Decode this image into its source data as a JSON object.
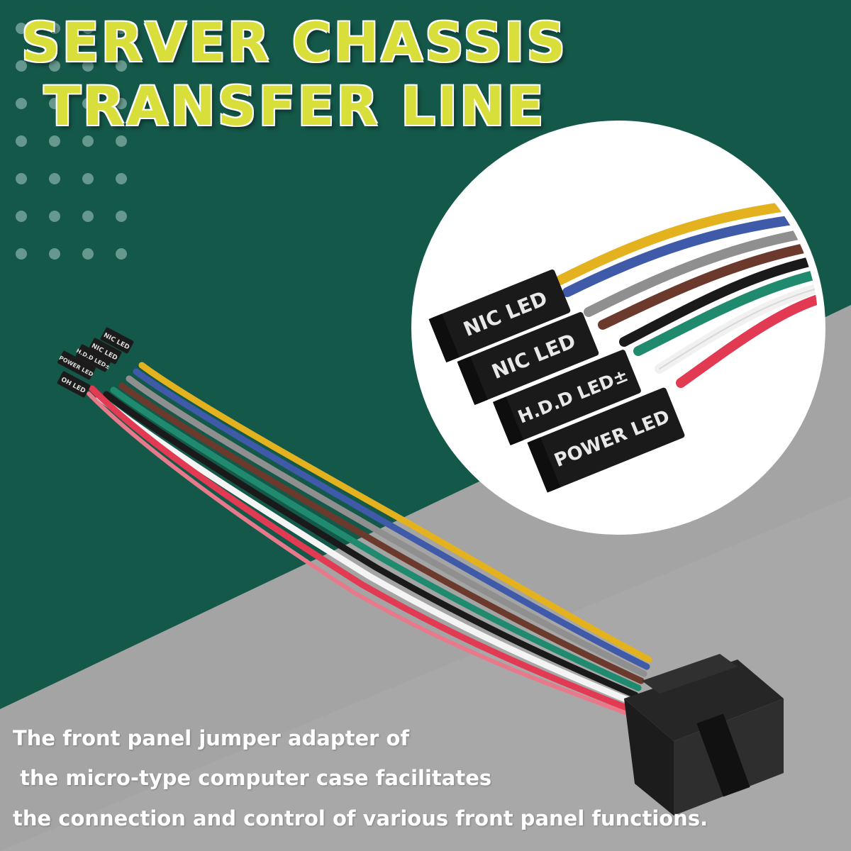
{
  "title": {
    "line1": "SERVER CHASSIS",
    "line2": "TRANSFER LINE"
  },
  "caption": {
    "line1": "The front panel jumper adapter of",
    "line2": " the micro-type computer case facilitates",
    "line3": "the connection and control of various front panel functions."
  },
  "connectors": {
    "nic_led_1": "NIC LED",
    "nic_led_2": "NIC LED",
    "hdd_led": "H.D.D LED±",
    "power_led": "POWER LED",
    "small_nic_1": "NIC LED",
    "small_nic_2": "NIC LED",
    "small_hdd": "H.D.D LED±",
    "small_power": "POWER LED",
    "small_oh": "OH LED"
  },
  "colors": {
    "background_green": "#14584a",
    "background_gray": "#a9a9a9",
    "title_yellow": "#d8de3a",
    "wire_yellow": "#e3b21e",
    "wire_blue": "#3f5aa8",
    "wire_gray": "#8f8f8f",
    "wire_brown": "#6b3a2c",
    "wire_black": "#1a1a1a",
    "wire_green": "#1f8a6e",
    "wire_white": "#f4f4f4",
    "wire_red": "#e23a52"
  }
}
